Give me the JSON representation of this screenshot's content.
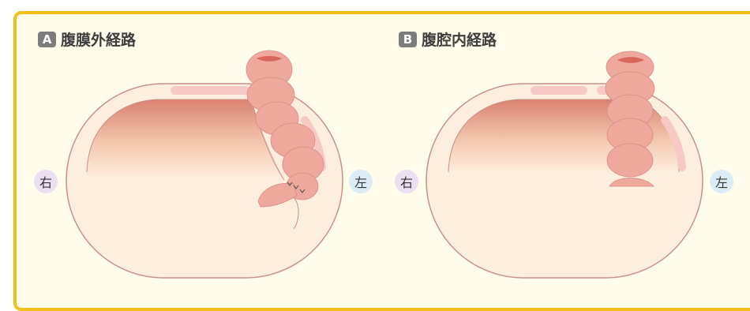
{
  "panels": [
    {
      "badge": "A",
      "title": "腹膜外経路",
      "right_label": "右",
      "left_label": "左"
    },
    {
      "badge": "B",
      "title": "腹腔内経路",
      "right_label": "右",
      "left_label": "左"
    }
  ],
  "colors": {
    "frame_border": "#f3bf1c",
    "frame_fill": "#fffcec",
    "abdomen_fill": "#fdeedd",
    "abdomen_stroke": "#c8918a",
    "inner_gradient_top": "#d9836f",
    "inner_gradient_bottom": "#fbe7d6",
    "peritoneum_highlight": "#f8c9c4",
    "colon_fill": "#eea89c",
    "colon_stroke": "#d68e84",
    "stoma_mucosa": "#d9665a",
    "badge_bg": "#7c7c7c",
    "right_label_bg": "#ebdff1",
    "left_label_bg": "#dcecf6"
  }
}
